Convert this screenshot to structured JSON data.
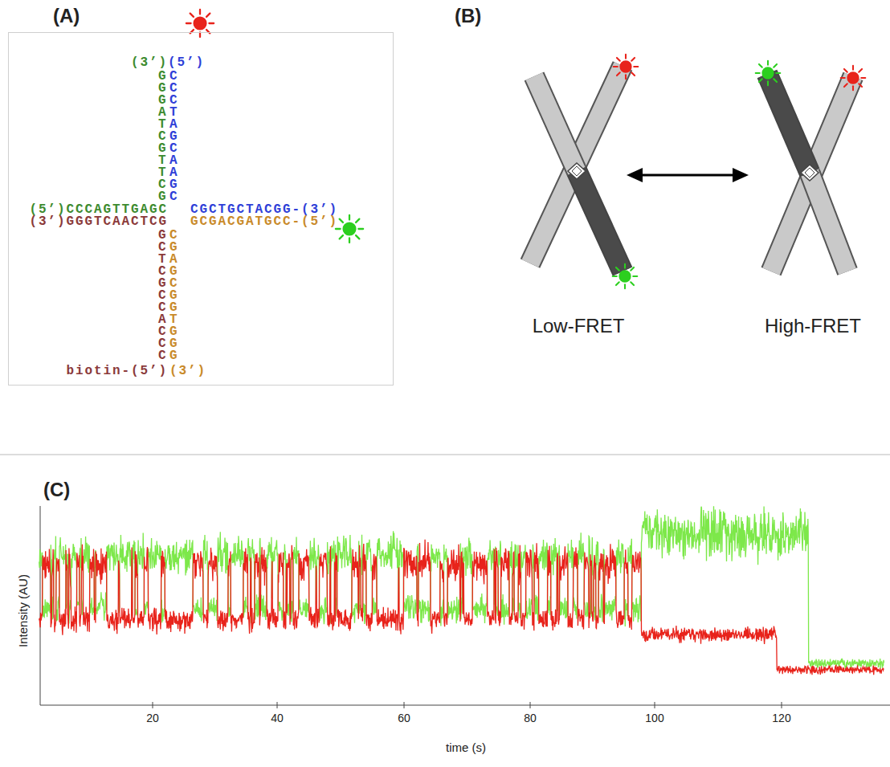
{
  "diagram": {
    "nodes": [
      {
        "text": [
          "(3’)",
          "(5’)",
          "GGGATCGTTCG",
          "CCCTAGCAAGC",
          "(5’)CCCAGTTGAGC",
          "CGCTGCTACGG-(3’)",
          "(3’)GGGTCAACTCG",
          "GCGACGATGCC-(5’)",
          "GCTCGCCACCC",
          "CGAGCGGTGGG",
          "biotin-(5’)",
          "(3’)"
        ]
      }
    ],
    "labels": [
      "(A)",
      "(B)",
      "(C)",
      "Low-FRET",
      "High-FRET",
      "Intensity (AU)",
      "time (s)",
      "20",
      "40",
      "60",
      "80",
      "100",
      "120"
    ]
  }
}
